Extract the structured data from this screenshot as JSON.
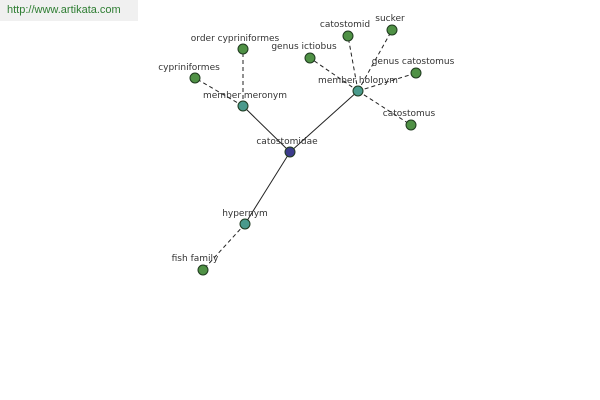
{
  "watermark": "http://www.artikata.com",
  "colors": {
    "center": "#3c3c8c",
    "relation": "#4a9a8c",
    "leaf": "#4f9145",
    "edge": "#222222"
  },
  "nodes": {
    "center": {
      "label": "catostomidae",
      "kind": "center"
    },
    "member_meronym": {
      "label": "member meronym",
      "kind": "relation"
    },
    "member_holonym": {
      "label": "member holonym",
      "kind": "relation"
    },
    "hypernym": {
      "label": "hypernym",
      "kind": "relation"
    },
    "order_cypriniformes": {
      "label": "order cypriniformes",
      "kind": "leaf"
    },
    "cypriniformes": {
      "label": "cypriniformes",
      "kind": "leaf"
    },
    "catostomid": {
      "label": "catostomid",
      "kind": "leaf"
    },
    "sucker": {
      "label": "sucker",
      "kind": "leaf"
    },
    "genus_ictiobus": {
      "label": "genus ictiobus",
      "kind": "leaf"
    },
    "genus_catostomus": {
      "label": "genus catostomus",
      "kind": "leaf"
    },
    "catostomus": {
      "label": "catostomus",
      "kind": "leaf"
    },
    "fish_family": {
      "label": "fish family",
      "kind": "leaf"
    }
  },
  "edges": [
    {
      "from": "center",
      "to": "member_meronym",
      "style": "solid"
    },
    {
      "from": "center",
      "to": "member_holonym",
      "style": "solid"
    },
    {
      "from": "center",
      "to": "hypernym",
      "style": "solid"
    },
    {
      "from": "member_meronym",
      "to": "order_cypriniformes",
      "style": "dashed"
    },
    {
      "from": "member_meronym",
      "to": "cypriniformes",
      "style": "dashed"
    },
    {
      "from": "member_holonym",
      "to": "catostomid",
      "style": "dashed"
    },
    {
      "from": "member_holonym",
      "to": "sucker",
      "style": "dashed"
    },
    {
      "from": "member_holonym",
      "to": "genus_ictiobus",
      "style": "dashed"
    },
    {
      "from": "member_holonym",
      "to": "genus_catostomus",
      "style": "dashed"
    },
    {
      "from": "member_holonym",
      "to": "catostomus",
      "style": "dashed"
    },
    {
      "from": "hypernym",
      "to": "fish_family",
      "style": "dashed"
    }
  ]
}
